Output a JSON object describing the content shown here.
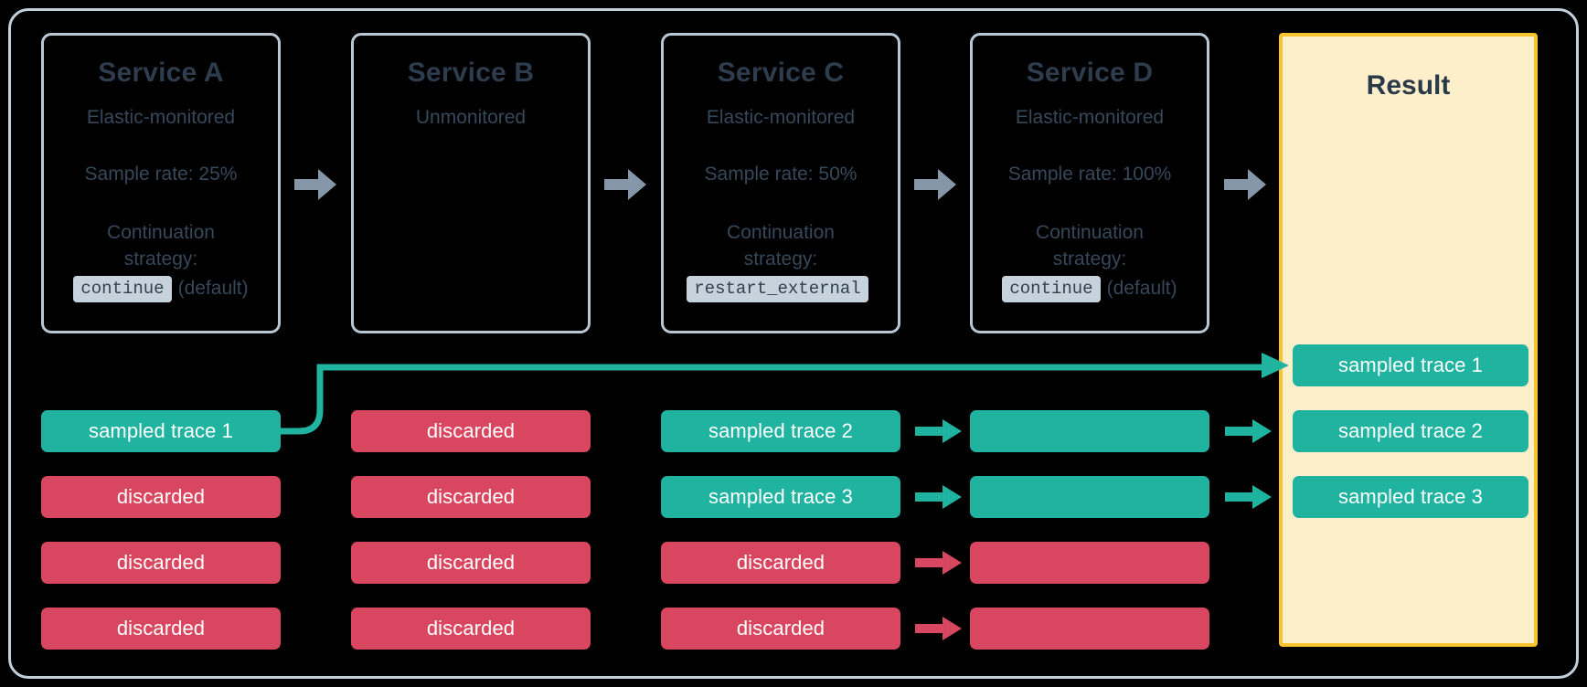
{
  "diagram": {
    "title_hidden": "",
    "colors": {
      "background": "#000000",
      "frame_border": "#c3d0dc",
      "card_border": "#b9c7d4",
      "card_text": "#36485a",
      "sampled": "#1fb3a0",
      "discarded": "#d9465f",
      "result_bg": "#fcefca",
      "result_border": "#f7c430",
      "arrow_gray": "#8596a9",
      "code_chip_bg": "#c6d3dd"
    }
  },
  "services": [
    {
      "name": "Service A",
      "monitoring": "Elastic-monitored",
      "sample_rate": "Sample rate: 25%",
      "strategy_label": "Continuation strategy:",
      "strategy_value": "continue",
      "strategy_note": "(default)"
    },
    {
      "name": "Service B",
      "monitoring": "Unmonitored",
      "sample_rate": "",
      "strategy_label": "",
      "strategy_value": "",
      "strategy_note": ""
    },
    {
      "name": "Service C",
      "monitoring": "Elastic-monitored",
      "sample_rate": "Sample rate: 50%",
      "strategy_label": "Continuation strategy:",
      "strategy_value": "restart_external",
      "strategy_note": ""
    },
    {
      "name": "Service D",
      "monitoring": "Elastic-monitored",
      "sample_rate": "Sample rate: 100%",
      "strategy_label": "Continuation strategy:",
      "strategy_value": "continue",
      "strategy_note": "(default)"
    }
  ],
  "result": {
    "title": "Result"
  },
  "columns": {
    "a": [
      {
        "label": "sampled trace 1",
        "state": "sampled"
      },
      {
        "label": "discarded",
        "state": "discarded"
      },
      {
        "label": "discarded",
        "state": "discarded"
      },
      {
        "label": "discarded",
        "state": "discarded"
      }
    ],
    "b": [
      {
        "label": "discarded",
        "state": "discarded"
      },
      {
        "label": "discarded",
        "state": "discarded"
      },
      {
        "label": "discarded",
        "state": "discarded"
      },
      {
        "label": "discarded",
        "state": "discarded"
      }
    ],
    "c": [
      {
        "label": "sampled trace 2",
        "state": "sampled"
      },
      {
        "label": "sampled trace 3",
        "state": "sampled"
      },
      {
        "label": "discarded",
        "state": "discarded"
      },
      {
        "label": "discarded",
        "state": "discarded"
      }
    ],
    "d": [
      {
        "label": "",
        "state": "sampled"
      },
      {
        "label": "",
        "state": "sampled"
      },
      {
        "label": "",
        "state": "discarded"
      },
      {
        "label": "",
        "state": "discarded"
      }
    ],
    "result": [
      {
        "label": "sampled trace 1",
        "state": "sampled"
      },
      {
        "label": "sampled trace 2",
        "state": "sampled"
      },
      {
        "label": "sampled trace 3",
        "state": "sampled"
      }
    ]
  },
  "icons": {
    "service_arrow": "arrow-right-icon",
    "flow_arrow_sampled": "arrow-right-teal-icon",
    "flow_arrow_discarded": "arrow-right-red-icon",
    "curved_connector": "curved-connector-icon"
  }
}
